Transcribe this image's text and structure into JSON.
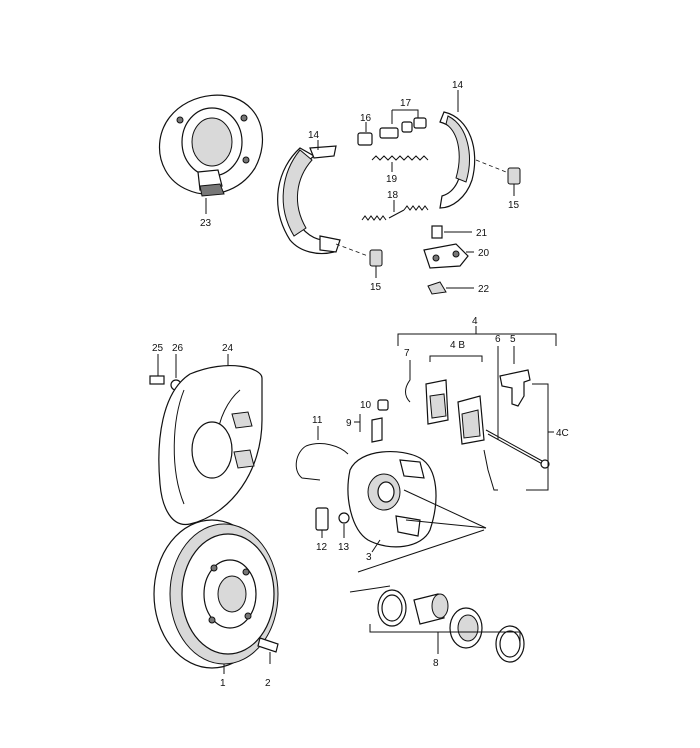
{
  "callouts": {
    "c1": "1",
    "c2": "2",
    "c3": "3",
    "c4": "4",
    "c4b": "4 B",
    "c4c": "4C",
    "c5": "5",
    "c6": "6",
    "c7": "7",
    "c8": "8",
    "c9": "9",
    "c10": "10",
    "c11": "11",
    "c12": "12",
    "c13": "13",
    "c14a": "14",
    "c14b": "14",
    "c15a": "15",
    "c15b": "15",
    "c16": "16",
    "c17": "17",
    "c18": "18",
    "c19": "19",
    "c20": "20",
    "c21": "21",
    "c22": "22",
    "c23": "23",
    "c24": "24",
    "c25": "25",
    "c26": "26"
  }
}
